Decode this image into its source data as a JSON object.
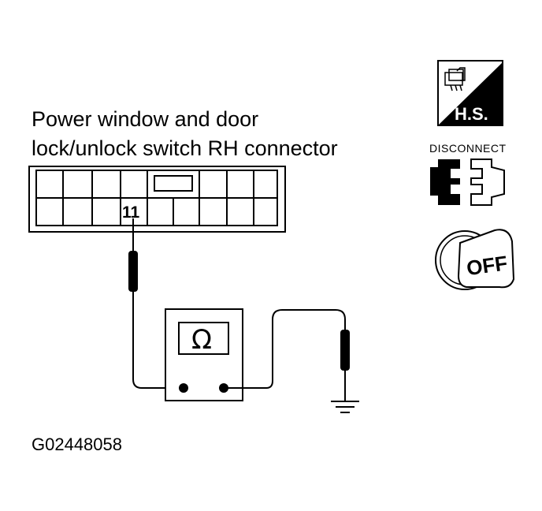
{
  "title": {
    "line1": "Power window and door",
    "line2": "lock/unlock switch RH connector"
  },
  "connector": {
    "pin_label": "11"
  },
  "meter": {
    "symbol": "Ω",
    "icon": "ohmmeter-icon"
  },
  "side_icons": {
    "hs_label": "H.S.",
    "disconnect_label": "DISCONNECT",
    "off_label": "OFF"
  },
  "figure_code": "G02448058"
}
